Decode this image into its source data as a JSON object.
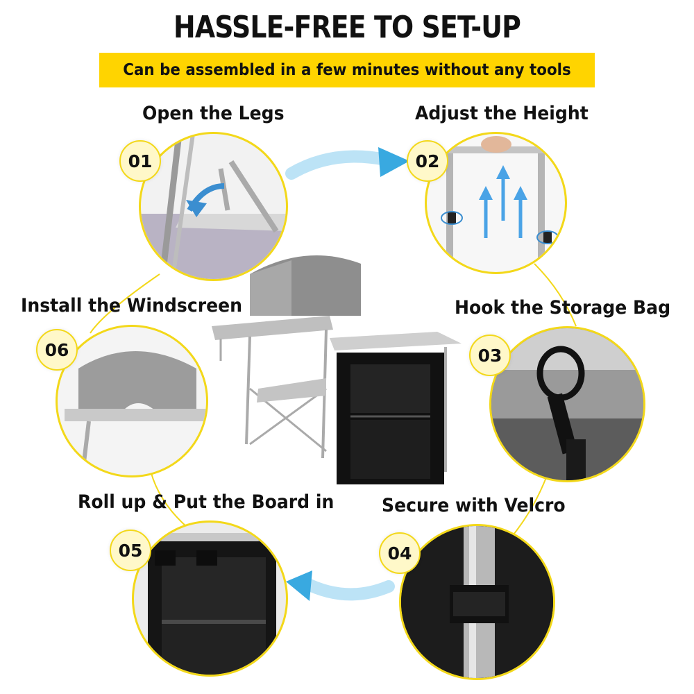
{
  "header": {
    "title": "HASSLE-FREE TO SET-UP",
    "subtitle": "Can be assembled in a few minutes without any tools"
  },
  "steps": [
    {
      "number": "01",
      "label": "Open the Legs"
    },
    {
      "number": "02",
      "label": "Adjust the Height"
    },
    {
      "number": "03",
      "label": "Hook the Storage Bag"
    },
    {
      "number": "04",
      "label": "Secure with Velcro"
    },
    {
      "number": "05",
      "label": "Roll up & Put the Board in"
    },
    {
      "number": "06",
      "label": "Install the Windscreen"
    }
  ],
  "colors": {
    "accent": "#ffd400",
    "ring": "#f3d81a",
    "arrow": "#39a9e0"
  }
}
